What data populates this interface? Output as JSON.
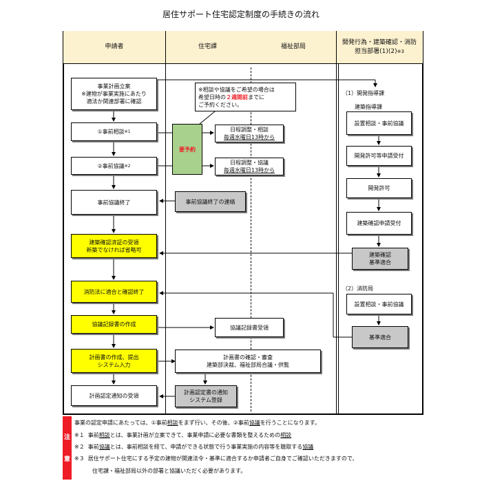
{
  "title": "居住サポート住宅認定制度の手続きの流れ",
  "headers": {
    "applicant": "申請者",
    "housing": "住宅課",
    "welfare": "福祉部局",
    "dev_line1": "開発行為・建築確認・消防",
    "dev_line2": "担当部署(1)(2)",
    "dev_mark": "※3"
  },
  "applicant": {
    "plan_line1": "事業計画立案",
    "plan_line2": "※建物が事業実施にあたり",
    "plan_line3": "適法か関連部署に確認",
    "consult1": "①事前相談",
    "consult1_mark": "※1",
    "consult2": "②事前協議",
    "consult2_mark": "※2",
    "consult_end": "事前協議終了",
    "bldg_line1": "建築確認済証の受領",
    "bldg_line2": "新築でなければ省略可",
    "fire": "消防法に適合と確認終了",
    "record": "協議記録書の作成",
    "plan_doc_line1": "計画書の作成、提出",
    "plan_doc_line2": "システム入力",
    "notice_recv": "計画認定通知の受領"
  },
  "housing": {
    "callout_line1": "※相談や協議をご希望の場合は",
    "callout_line2_pre": "希望日時の",
    "callout_line2_red": "２週間前",
    "callout_line2_post": "までに",
    "callout_line3": "ご予約ください。",
    "reserve": "要予約",
    "sched1_line1": "日程調整・相談",
    "sched1_line2": "毎週水曜日13時から",
    "sched2_line1": "日程調整・協議",
    "sched2_line2": "毎週水曜日13時から",
    "end_notice": "事前協議終了の連絡",
    "record_recv": "協議記録書受領",
    "review_line1": "計画書の確認・審査",
    "review_line2": "建築部決裁、福祉部局合議・供覧",
    "notify_line1": "計画認定書の通知",
    "notify_line2": "システム登録"
  },
  "dev": {
    "sec1": "（1）開発指導課",
    "sec1_sub": "建築指導課",
    "s1": "設置相談・事前協議",
    "s2": "開発許可等申請受付",
    "s3": "開発許可",
    "s4": "建築確認申請受付",
    "s5_line1": "建築確認",
    "s5_line2": "基準適合",
    "sec2": "（2）消防局",
    "s6": "設置相談・事前協議",
    "s7": "基準適合"
  },
  "notes": {
    "bar_top": "注",
    "bar_bottom": "意",
    "n0_a": "事業の認定申請にあたっては、①事前",
    "n0_b": "相談",
    "n0_c": "をまず行い、その後、②事前",
    "n0_d": "協議",
    "n0_e": "を行うことになります。",
    "n1_mark": "※１",
    "n1_a": "事前",
    "n1_b": "相談",
    "n1_c": "とは、事業計画が立案できて、事業申請に必要な書類を整えるための",
    "n1_d": "相談",
    "n2_mark": "※２",
    "n2_a": "事前",
    "n2_b": "協議",
    "n2_c": "とは、事前相談を経て、申請ができる状態で行う事業実施の内容等を聴取する",
    "n2_d": "協議",
    "n3_mark": "※３",
    "n3_a": "居住サポート住宅にする予定の建物が関連法令・基準に適合するか申請者ご自身でご確認いただきますので、",
    "n3_b": "住宅課・福祉部局以外の部署と協議いただく必要があります。"
  },
  "colors": {
    "header_bg": "#fdf2d0",
    "highlight": "#ffff00",
    "gray_box": "#c8c8c8",
    "reserve_box": "#a9d18e",
    "note_bar": "#ee1c25",
    "red_text": "#ee1c25"
  }
}
